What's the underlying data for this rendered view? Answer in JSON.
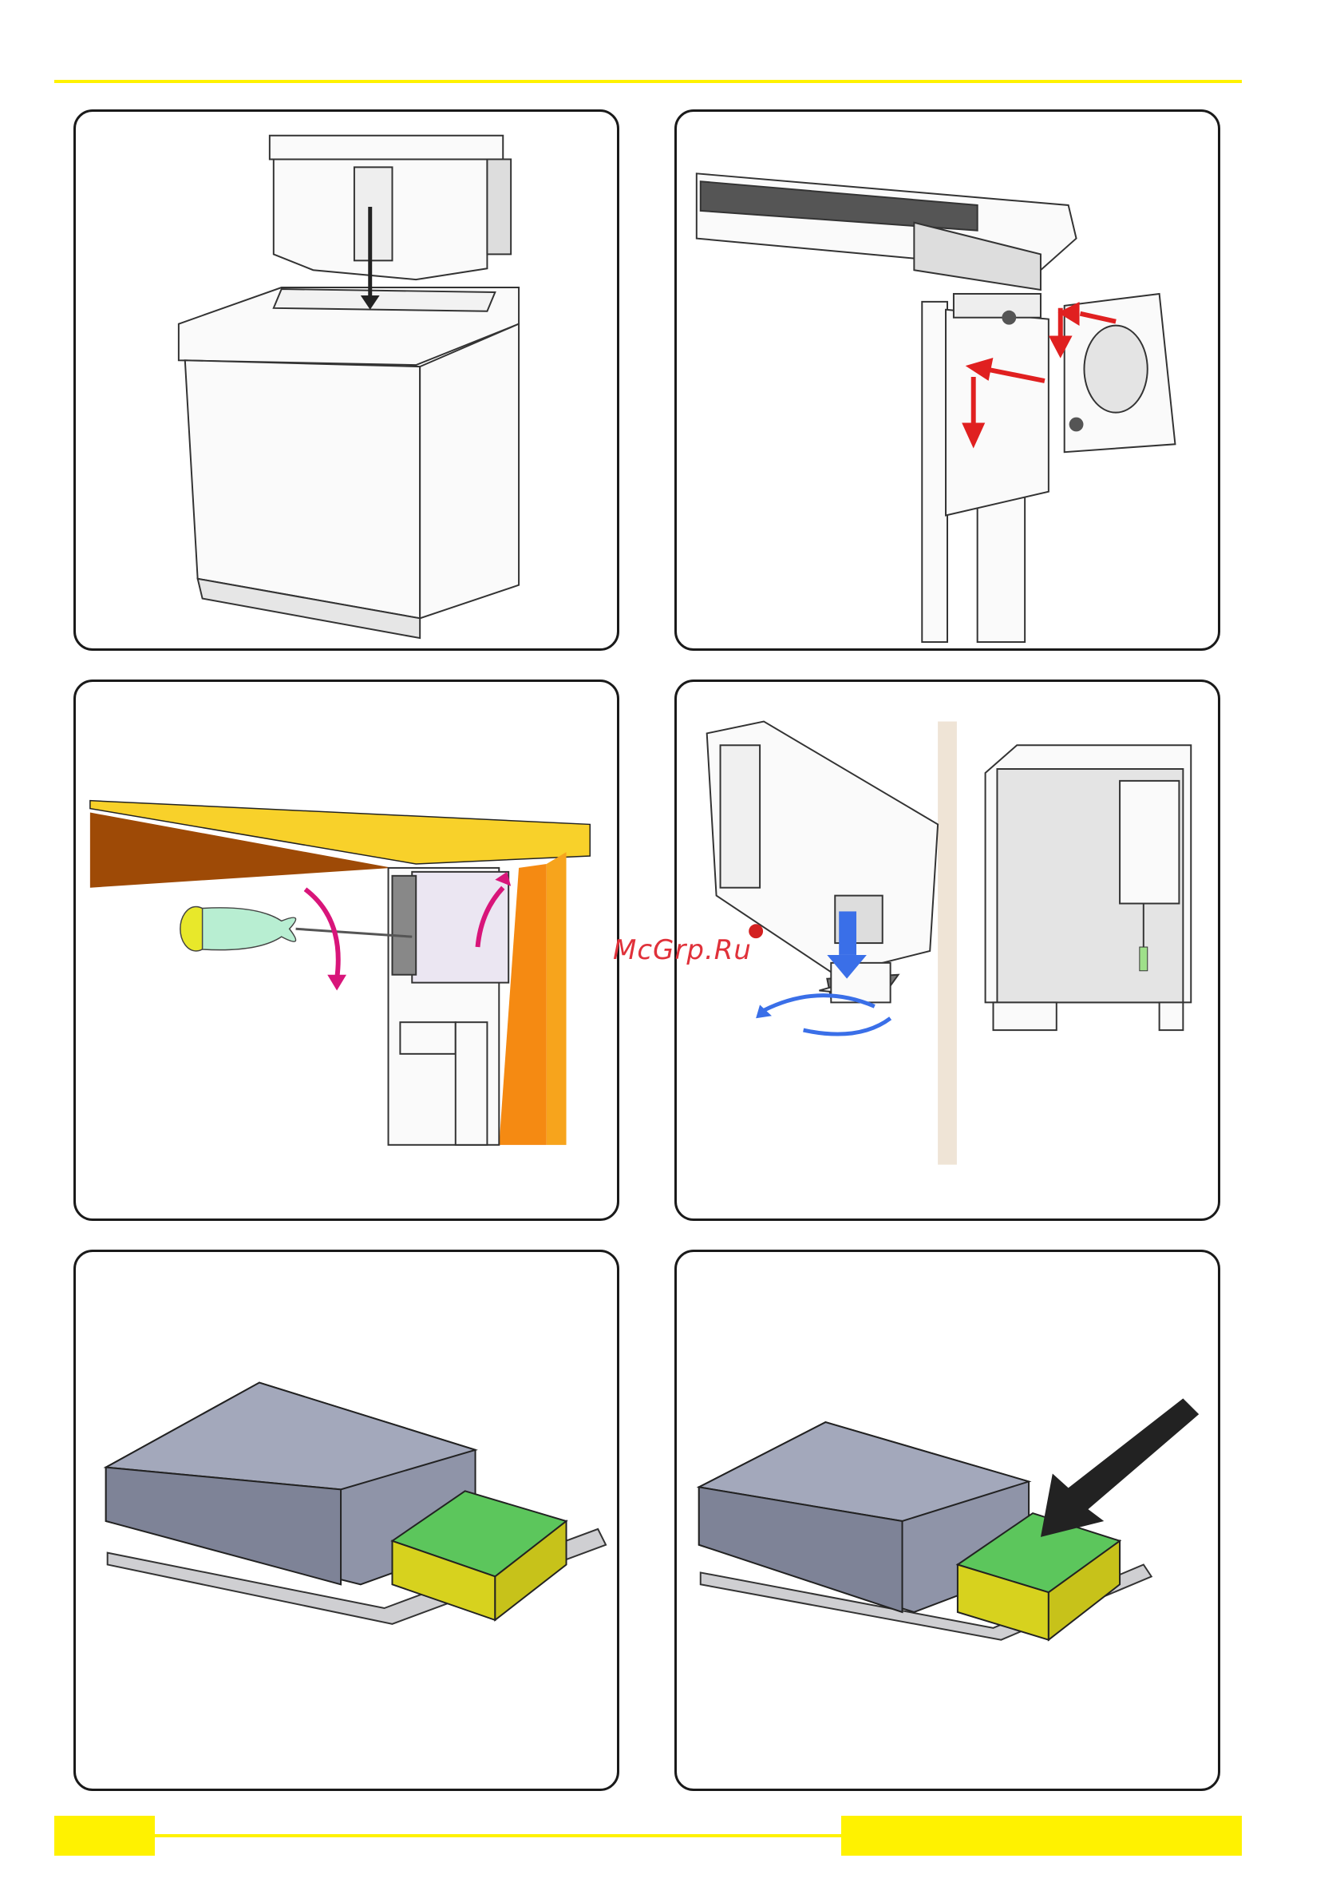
{
  "watermark": {
    "text": "McGrp.Ru",
    "color": "#e0313a"
  },
  "colors": {
    "accent_yellow": "#fff200",
    "arrow_red": "#e02020",
    "arrow_magenta": "#d8157a",
    "arrow_blue": "#3a6fe8",
    "box_grey": "#8f94a8",
    "box_green": "#5cc65c",
    "box_yellow": "#d7d21e",
    "table_orange": "#f7a41c"
  },
  "panels": [
    {
      "id": "p1",
      "depicts": "hood-lowered-into-cabinet"
    },
    {
      "id": "p2",
      "depicts": "bracket-attachment-detail"
    },
    {
      "id": "p3",
      "depicts": "screwdriver-tightening-bracket"
    },
    {
      "id": "p4",
      "depicts": "filter-removal-and-cabinet-view"
    },
    {
      "id": "p5",
      "depicts": "motor-box-with-junction-box"
    },
    {
      "id": "p6",
      "depicts": "junction-box-highlighted"
    }
  ]
}
